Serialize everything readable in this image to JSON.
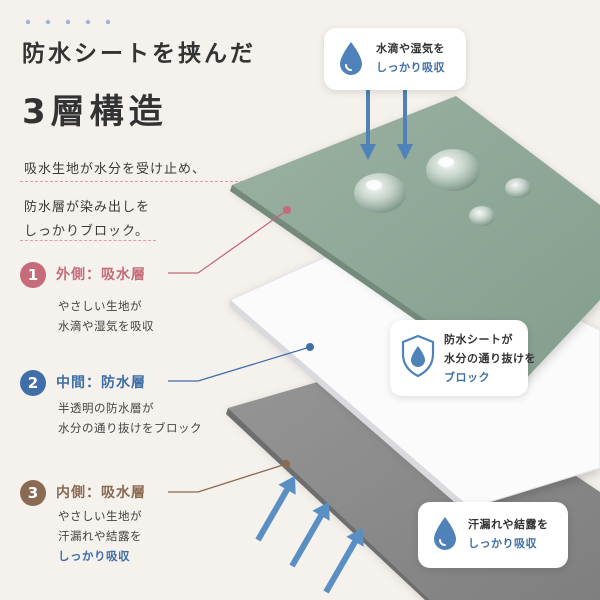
{
  "header": {
    "title_line1": "防水シートを挟んだ",
    "title_line2": "3層構造"
  },
  "intro": {
    "line1": "吸水生地が水分を受け止め、",
    "line2": "防水層が染み出しを",
    "line3": "しっかりブロック。"
  },
  "layers": [
    {
      "number": "1",
      "title": "外側：吸水層",
      "desc_line1": "やさしい生地が",
      "desc_line2": "水滴や湿気を吸収",
      "color": "#c56b79"
    },
    {
      "number": "2",
      "title": "中間：防水層",
      "desc_line1": "半透明の防水層が",
      "desc_line2": "水分の通り抜けをブロック",
      "color": "#3f6ea8"
    },
    {
      "number": "3",
      "title": "内側：吸水層",
      "desc_line1": "やさしい生地が",
      "desc_line2": "汗漏れや結露を",
      "desc_accent": "しっかり吸収",
      "color": "#8a6a52"
    }
  ],
  "bubbles": {
    "top": {
      "line1": "水滴や湿気を",
      "line2": "しっかり吸収",
      "icon": "water-drop-icon"
    },
    "middle": {
      "line1": "防水シートが",
      "line2": "水分の通り抜けを",
      "line3": "ブロック",
      "icon": "shield-drop-icon"
    },
    "bottom": {
      "line1": "汗漏れや結露を",
      "line2": "しっかり吸収",
      "icon": "water-drop-icon"
    }
  },
  "colors": {
    "outer_layer": "#8fa898",
    "middle_layer": "#f7f7f8",
    "inner_layer": "#8c8c8c",
    "accent_blue": "#3f6ea8",
    "accent_pink": "#c56b79",
    "accent_brown": "#8a6a52",
    "background": "#f5f1ec"
  }
}
